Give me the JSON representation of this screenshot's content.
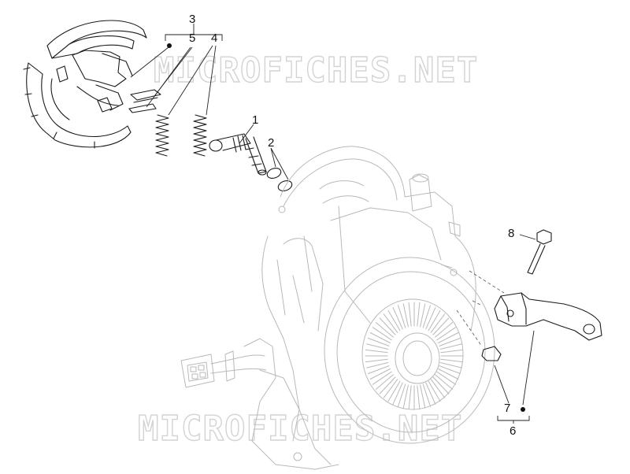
{
  "watermark": "MICROFICHES.NET",
  "callouts": {
    "c1": "1",
    "c2": "2",
    "c3": "3",
    "c4": "4",
    "c5": "5",
    "c6": "6",
    "c7": "7",
    "c8": "8"
  }
}
